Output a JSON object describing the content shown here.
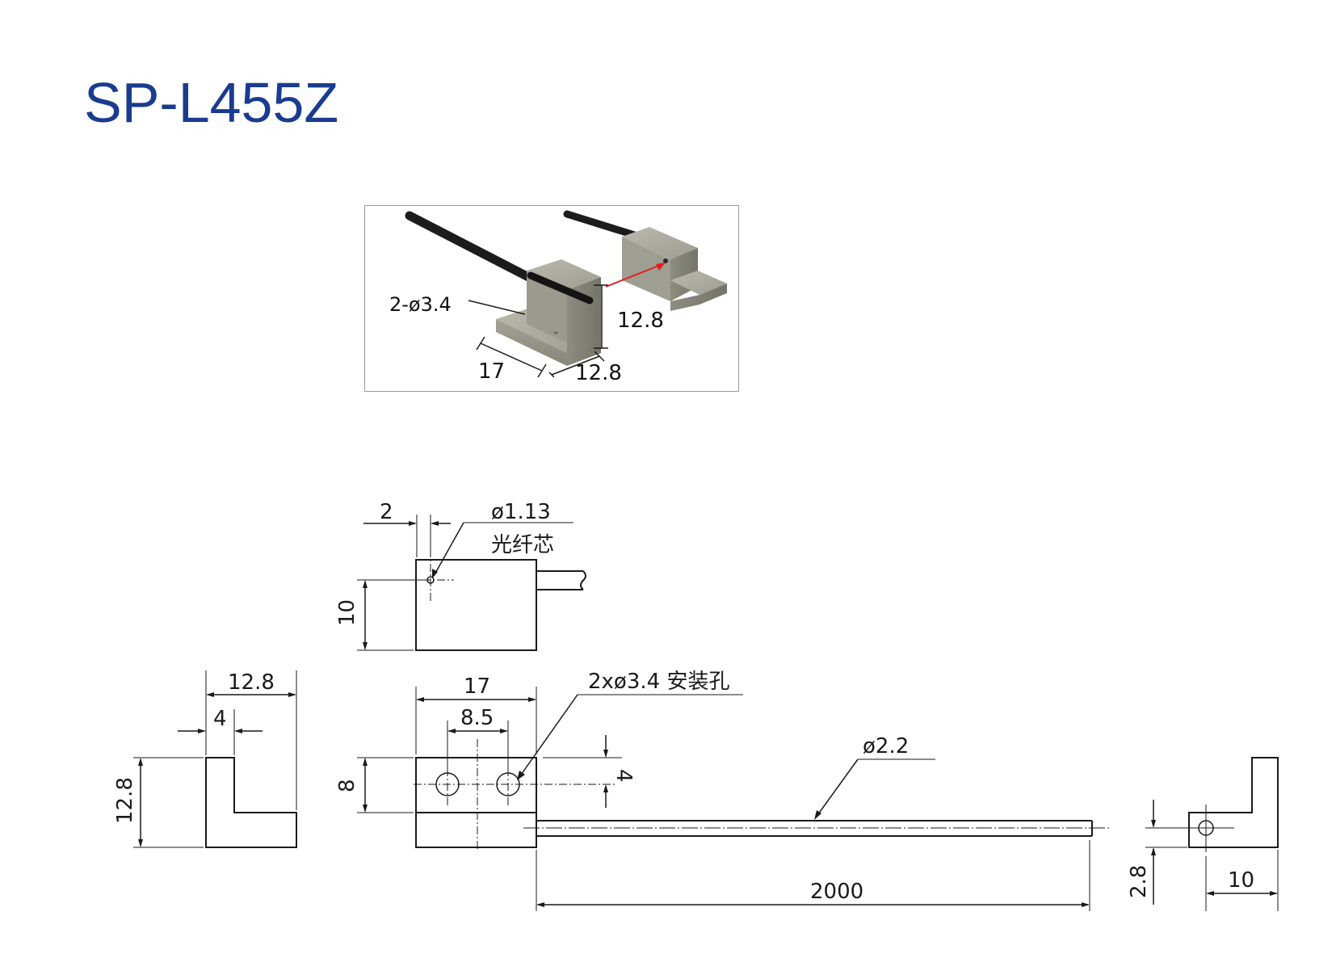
{
  "title": "SP-L455Z",
  "photo": {
    "hole_label": "2-ø3.4",
    "height_label": "12.8",
    "length_label": "17",
    "depth_label": "12.8",
    "arrow_color": "#e02020"
  },
  "top_view": {
    "offset_label": "2",
    "core_diameter_label": "ø1.13",
    "core_name": "光纤芯",
    "height_label": "10"
  },
  "side_view": {
    "width_label": "12.8",
    "inner_label": "4",
    "height_label": "12.8"
  },
  "front_view": {
    "length_label": "17",
    "pitch_label": "8.5",
    "height_label": "8",
    "hole_label": "2xø3.4 安装孔",
    "center_label": "4"
  },
  "cable": {
    "diameter_label": "ø2.2",
    "length_label": "2000"
  },
  "end_view": {
    "offset_label": "2.8",
    "width_label": "10"
  },
  "colors": {
    "title": "#1a3c8f",
    "line": "#1a1a1a"
  }
}
